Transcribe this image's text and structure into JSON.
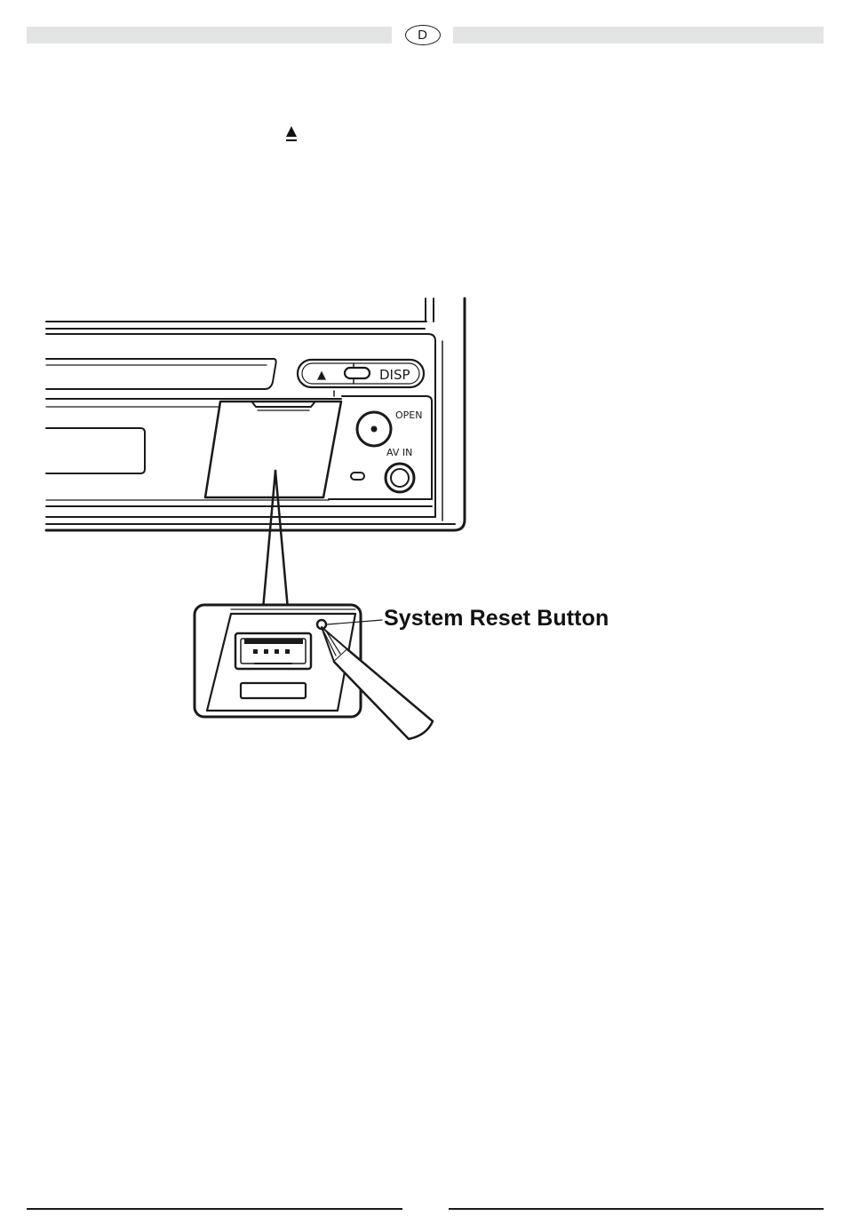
{
  "header": {
    "language_code": "D"
  },
  "inline_symbol": {
    "icon": "eject-icon",
    "glyph": "▲"
  },
  "illustration": {
    "panel_labels": {
      "eject": "▲",
      "disp": "DISP",
      "open": "OPEN",
      "av_in": "AV IN"
    },
    "callout_label": "System Reset Button"
  }
}
